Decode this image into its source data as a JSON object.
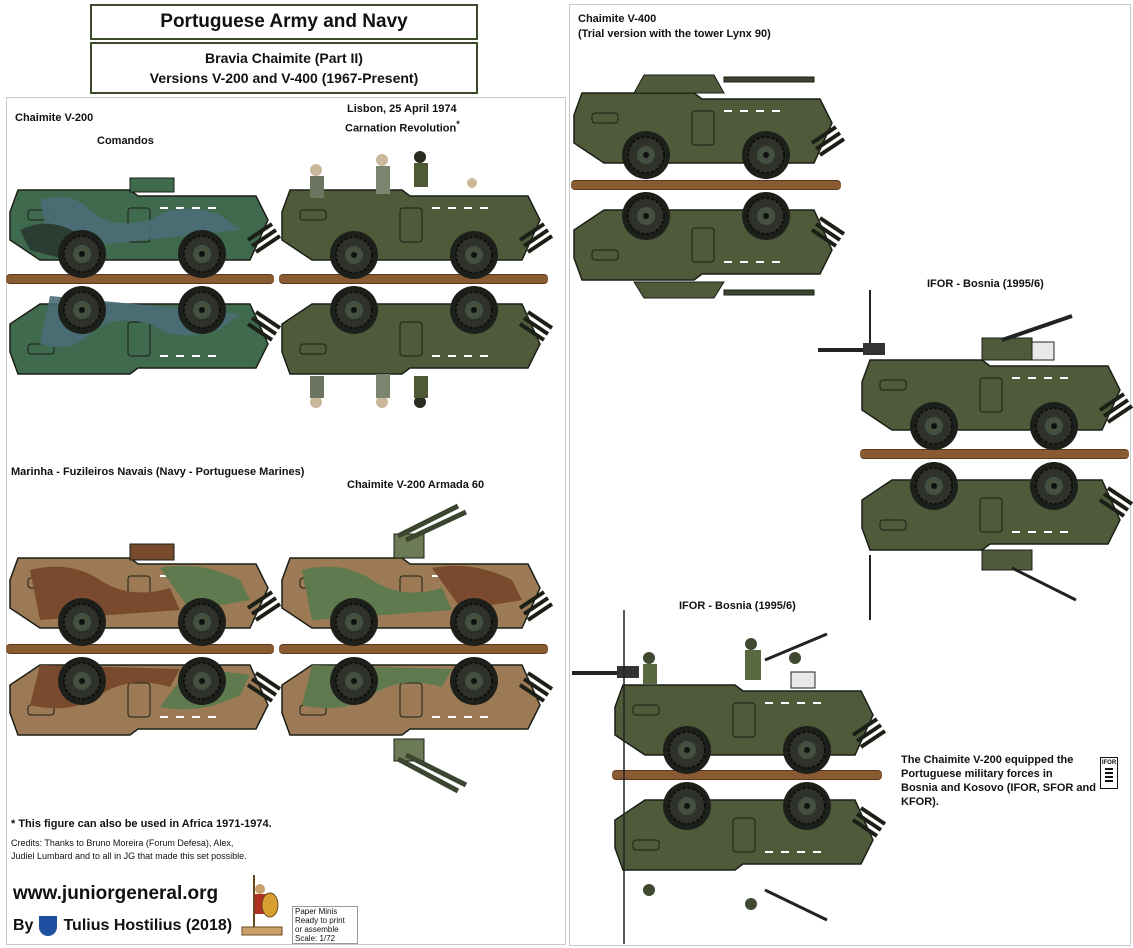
{
  "header": {
    "title": "Portuguese Army and Navy",
    "subtitle_line1": "Bravia Chaimite (Part II)",
    "subtitle_line2": "Versions V-200 and V-400 (1967-Present)"
  },
  "labels": {
    "chaimite_v200": "Chaimite V-200",
    "comandos": "Comandos",
    "lisbon_line1": "Lisbon, 25 April 1974",
    "lisbon_line2": "Carnation Revolution",
    "asterisk": "*",
    "marinha": "Marinha - Fuzileiros Navais (Navy - Portuguese Marines)",
    "armada60": "Chaimite V-200 Armada 60",
    "v400_line1": "Chaimite V-400",
    "v400_line2": "(Trial version with the tower Lynx 90)",
    "ifor_bosnia_1": "IFOR - Bosnia (1995/6)",
    "ifor_bosnia_2": "IFOR - Bosnia (1995/6)"
  },
  "notes": {
    "footnote": "* This figure can also be used in Africa 1971-1974.",
    "credits_line1": "Credits: Thanks to Bruno Moreira (Forum Defesa), Alex,",
    "credits_line2": "Judiel Lumbard and to all in JG that made this set possible.",
    "bosnia_line1": "The Chaimite V-200 equipped the",
    "bosnia_line2": "Portuguese military forces in",
    "bosnia_line3": "Bosnia and Kosovo (IFOR, SFOR and",
    "bosnia_line4": "KFOR).",
    "ifor_badge": "IFOR"
  },
  "footer": {
    "website": "www.juniorgeneral.org",
    "by": "By",
    "author": "Tulius Hostilius (2018)",
    "paper_minis_line1": "Paper Minis",
    "paper_minis_line2": "Ready to print",
    "paper_minis_line3": "or assemble",
    "paper_minis_line4": "Scale: 1/72"
  },
  "colors": {
    "olive": "#4f5a3a",
    "olive_dark": "#3c4530",
    "camo_green": "#3f6a4e",
    "camo_blue": "#4b6d78",
    "camo_tan": "#9b7a55",
    "camo_brown": "#7a4a2e",
    "plank": "#8a5a32",
    "title_border": "#3a4a2a"
  }
}
